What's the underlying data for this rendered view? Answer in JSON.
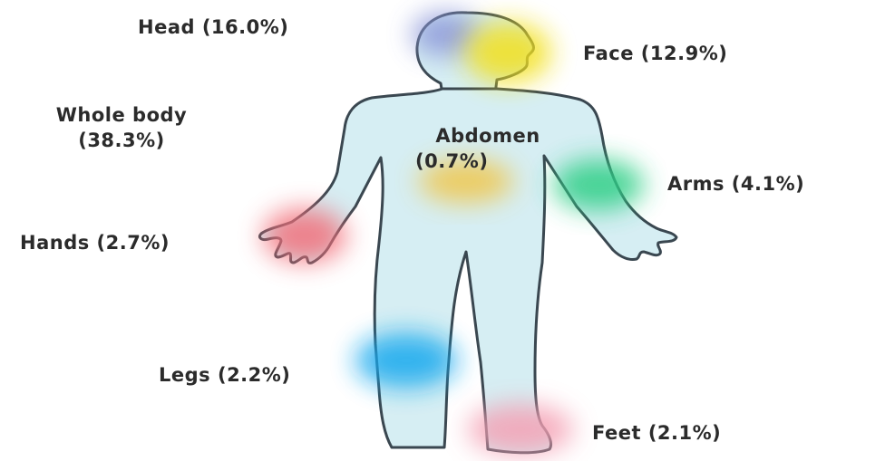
{
  "regions": [
    {
      "key": "head",
      "text": "Head (16.0%)",
      "percent": 16.0,
      "color": "#8c97d9"
    },
    {
      "key": "face",
      "text": "Face (12.9%)",
      "percent": 12.9,
      "color": "#f2e01a"
    },
    {
      "key": "whole_body",
      "text_line1": "Whole body",
      "text_line2": "(38.3%)",
      "percent": 38.3,
      "color": "#d6eef3"
    },
    {
      "key": "abdomen",
      "text_line1": "Abdomen",
      "text_line2": "(0.7%)",
      "percent": 0.7,
      "color": "#f0c64a"
    },
    {
      "key": "arms",
      "text": "Arms (4.1%)",
      "percent": 4.1,
      "color": "#2fcf86"
    },
    {
      "key": "hands",
      "text": "Hands (2.7%)",
      "percent": 2.7,
      "color": "#f2707a"
    },
    {
      "key": "legs",
      "text": "Legs (2.2%)",
      "percent": 2.2,
      "color": "#17a9ee"
    },
    {
      "key": "feet",
      "text": "Feet (2.1%)",
      "percent": 2.1,
      "color": "#f4a0b4"
    }
  ],
  "body_fill": "#d6eef3",
  "body_outline": "#3a4750"
}
